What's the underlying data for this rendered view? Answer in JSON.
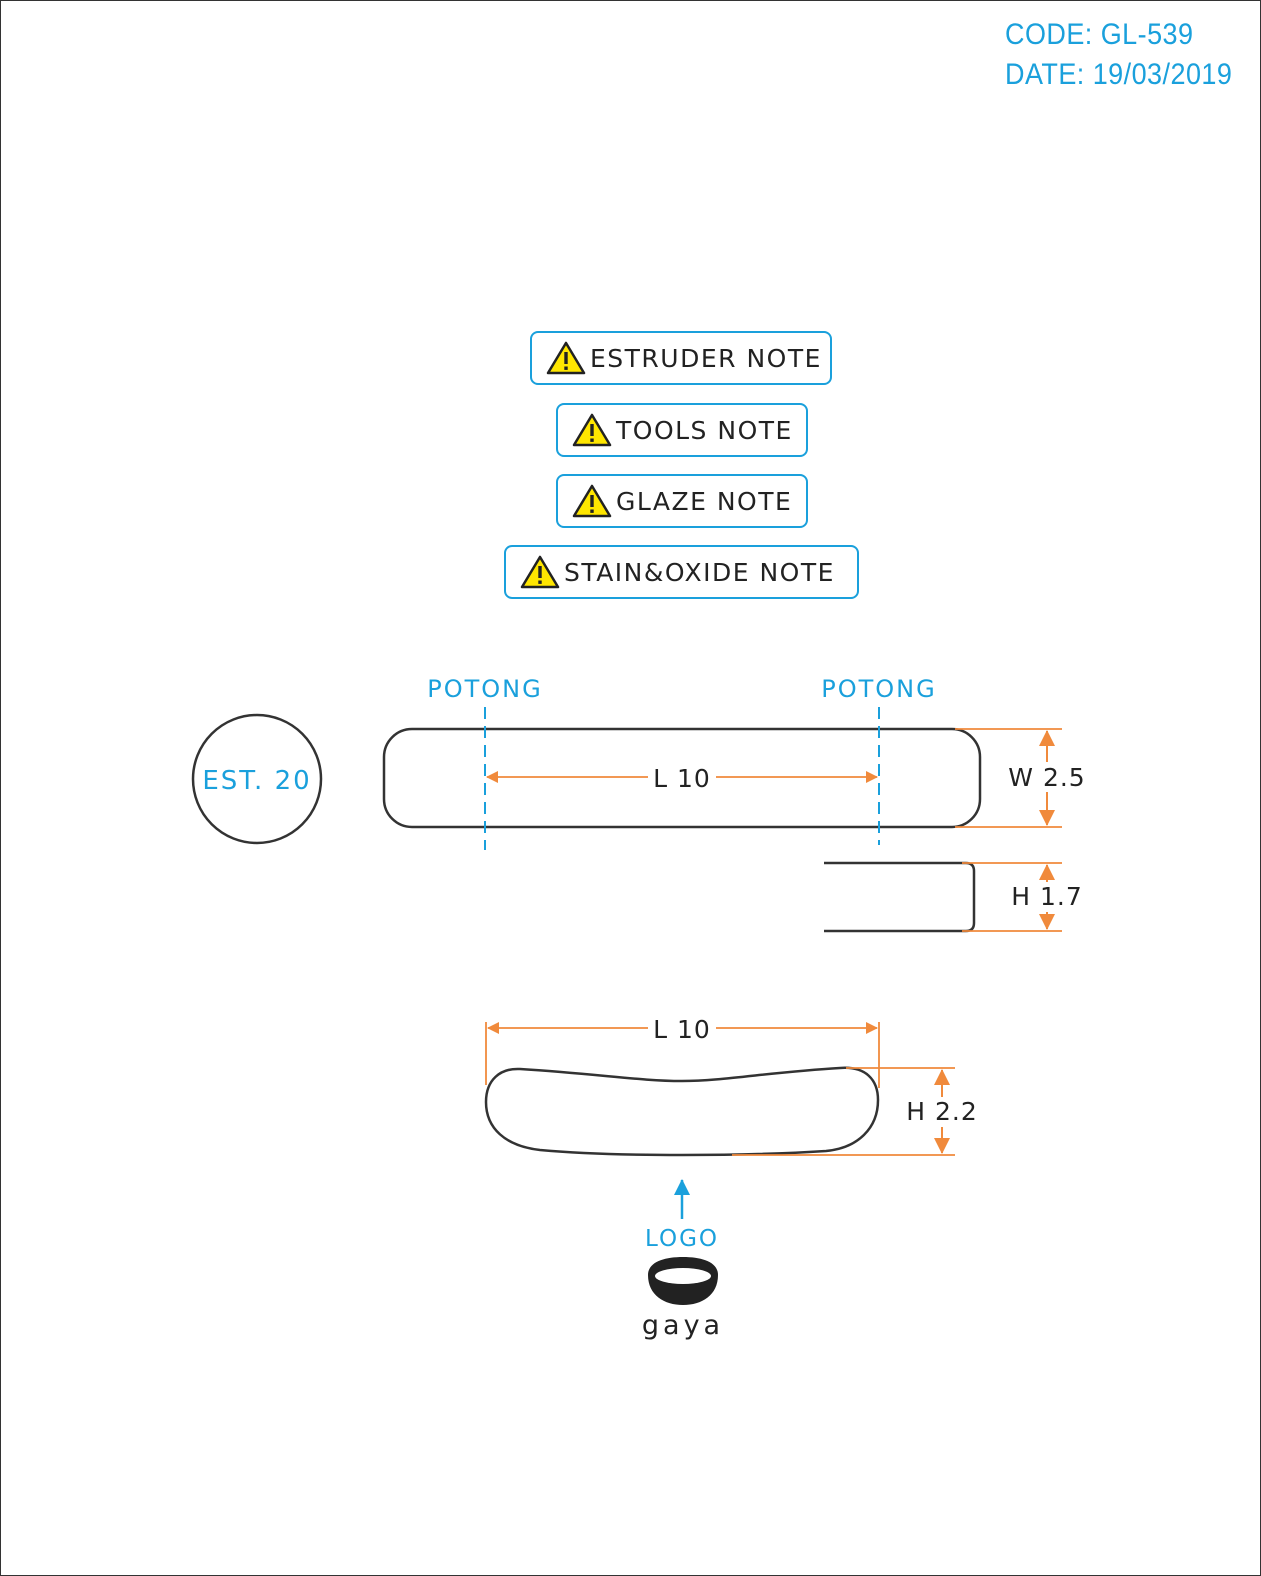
{
  "header": {
    "code": "CODE: GL-539",
    "date": "DATE: 19/03/2019"
  },
  "notes": [
    {
      "label": "ESTRUDER NOTE",
      "icon": "warning-icon"
    },
    {
      "label": "TOOLS NOTE",
      "icon": "warning-icon"
    },
    {
      "label": "GLAZE NOTE",
      "icon": "warning-icon"
    },
    {
      "label": "STAIN&OXIDE NOTE",
      "icon": "warning-icon"
    }
  ],
  "drawing": {
    "estimate_label": "EST. 20",
    "cut_label_left": "POTONG",
    "cut_label_right": "POTONG",
    "top_length": "L 10",
    "top_width": "W 2.5",
    "side_height": "H 1.7",
    "bottom_length": "L 10",
    "bottom_height": "H 2.2",
    "logo_label": "LOGO",
    "brand": "gaya"
  },
  "colors": {
    "accent": "#1aa0dc",
    "dimension": "#f08a3c",
    "outline": "#333333",
    "warning_fill": "#ffe600"
  }
}
